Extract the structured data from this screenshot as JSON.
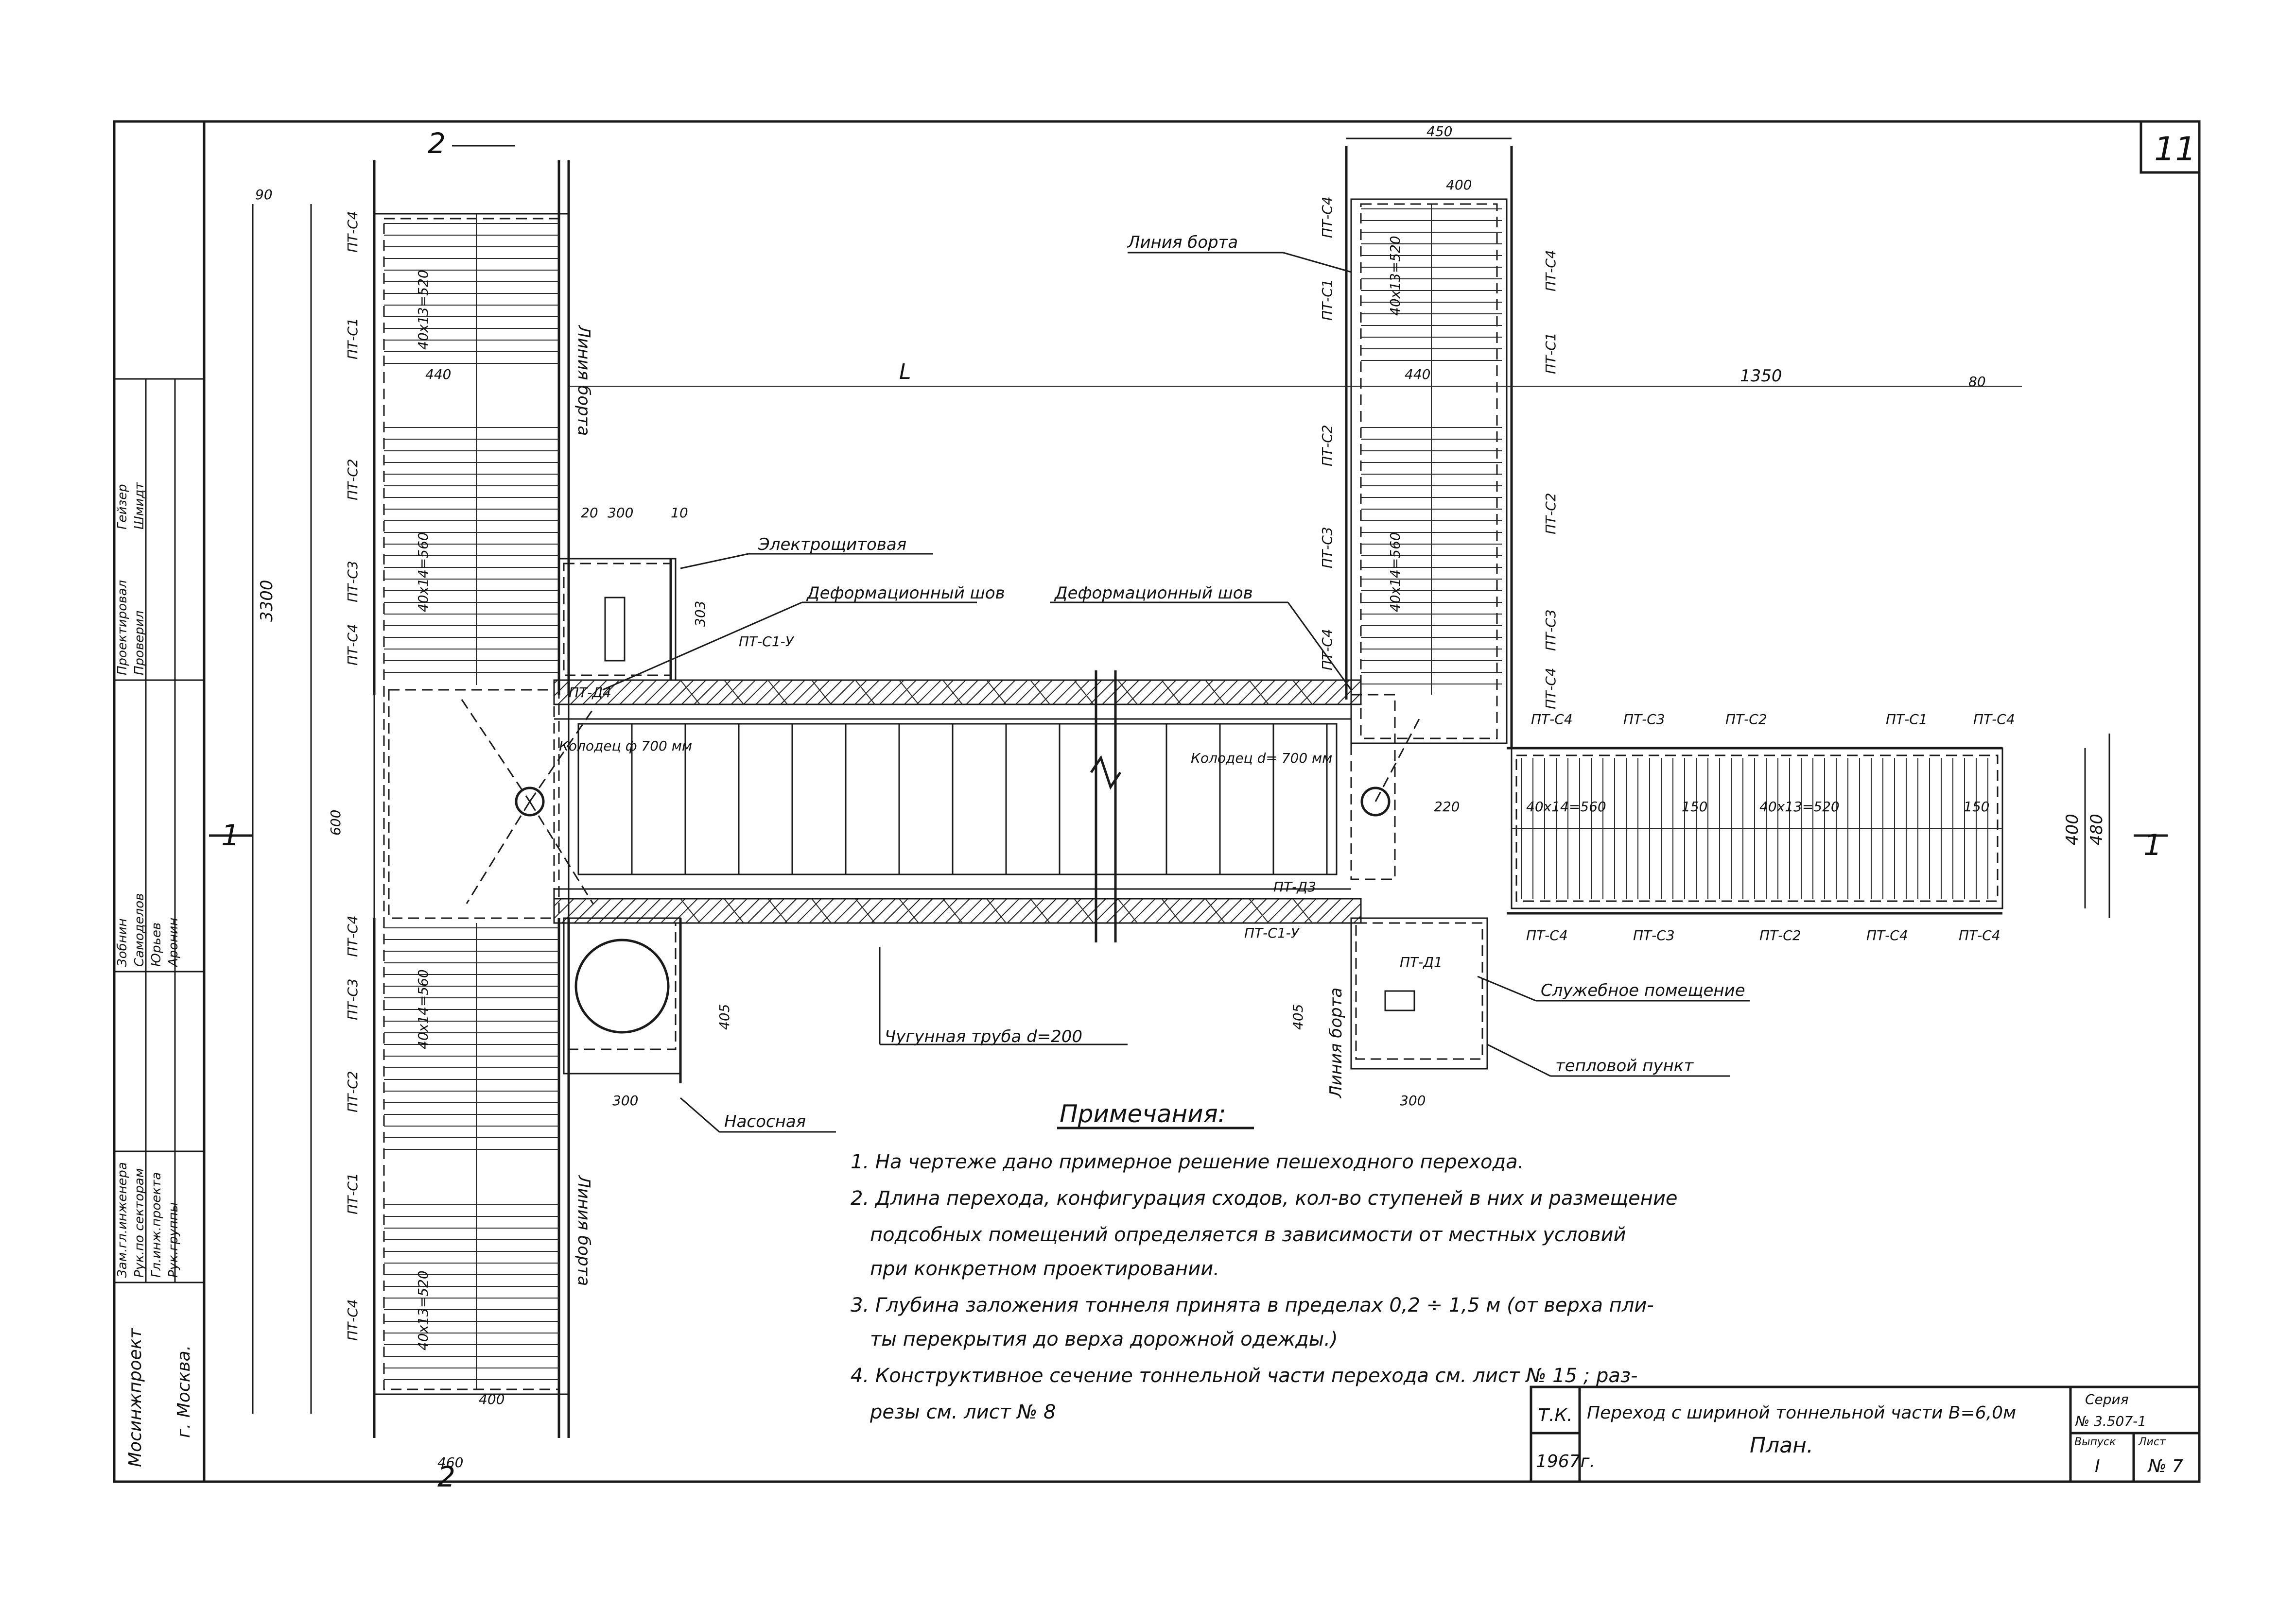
{
  "sheet": {
    "page_number": "11",
    "section_marks": {
      "top_2": "2",
      "bottom_2": "2",
      "left_1": "1",
      "right_1": "1"
    },
    "dimension_L": "L"
  },
  "labels": {
    "liniya_borta_top": "Линия борта",
    "liniya_borta_left": "Линия борта",
    "liniya_borta_bottom_left": "Линия борта",
    "liniya_borta_right": "Линия борта",
    "elektroshchitovaya": "Электрощитовая",
    "deform_shov_1": "Деформационный шов",
    "deform_shov_2": "Деформационный шов",
    "kolodets_1": "Колодец ф 700 мм",
    "kolodets_2": "Колодец d= 700 мм",
    "chugunnaya_truba": "Чугунная труба d=200",
    "nasosnaya": "Насосная",
    "sluzhebnoe": "Служебное помещение",
    "teplovoy": "тепловой пункт",
    "pt_c1_u_top": "ПТ-С1-У",
    "pt_c1_u_bottom": "ПТ-С1-У",
    "pt_d3": "ПТ-Д3",
    "pt_d4": "ПТ-Д4",
    "pt_d1": "ПТ-Д1"
  },
  "stair_labels": {
    "left_top": [
      "ПТ-С4",
      "ПТ-С1",
      "ПТ-С2",
      "ПТ-С3",
      "ПТ-С4"
    ],
    "left_bottom": [
      "ПТ-С4",
      "ПТ-С3",
      "ПТ-С2",
      "ПТ-С1",
      "ПТ-С4"
    ],
    "right_top_left": [
      "ПТ-С4",
      "ПТ-С1",
      "ПТ-С2",
      "ПТ-С3",
      "ПТ-С4"
    ],
    "right_top_right": [
      "ПТ-С4",
      "ПТ-С1",
      "ПТ-С2",
      "ПТ-С3",
      "ПТ-С4"
    ],
    "right_horizontal_top": [
      "ПТ-С4",
      "ПТ-С3",
      "ПТ-С2",
      "ПТ-С1",
      "ПТ-С4"
    ],
    "right_horizontal_bottom": [
      "ПТ-С4",
      "ПТ-С3",
      "ПТ-С2",
      "ПТ-С4",
      "ПТ-С4"
    ]
  },
  "dimensions": {
    "d3300": "3300",
    "d1350": "1350",
    "d450": "450",
    "d440a": "440",
    "d440b": "440",
    "d400a": "400",
    "d400b": "400",
    "d400c": "400",
    "d480": "480",
    "d460": "460",
    "d300a": "300",
    "d300b": "300",
    "d300c": "300",
    "d303": "303",
    "d405a": "405",
    "d405b": "405",
    "d220": "220",
    "d150a": "150",
    "d150b": "150",
    "d600": "600",
    "run_520a": "40x13=520",
    "run_560a": "40x14=560",
    "run_560b": "40x14=560",
    "run_520b": "40x13=520",
    "run_520c": "40x13=520",
    "run_560c": "40x14=560",
    "run_560h": "40x14=560",
    "run_520h": "40x13=520",
    "d80": "80",
    "d20": "20",
    "d10": "10",
    "d90": "90"
  },
  "notes": {
    "heading": "Примечания:",
    "items": [
      "1. На чертеже дано примерное решение пешеходного перехода.",
      "2. Длина перехода, конфигурация сходов, кол-во ступеней в них и размещение",
      "подсобных помещений определяется в зависимости от местных условий",
      "при конкретном проектировании.",
      "3. Глубина заложения тоннеля принята в пределах 0,2 ÷ 1,5 м (от верха пли-",
      "ты перекрытия до верха дорожной одежды.)",
      "4. Конструктивное сечение тоннельной части перехода см. лист № 15 ; раз-",
      "резы см. лист № 8"
    ]
  },
  "title_block": {
    "tk": "Т.К.",
    "year": "1967г.",
    "title": "Переход с шириной тоннельной части В=6,0м",
    "subtitle": "План.",
    "seriya_label": "Серия",
    "seriya": "№ 3.507-1",
    "vypusk_label": "Выпуск",
    "vypusk": "I",
    "list_label": "Лист",
    "list": "№ 7"
  },
  "stamp": {
    "org": "Мосинжпроект",
    "city": "г. Москва.",
    "roles": [
      "Зам.гл.инженера",
      "Рук.по секторам",
      "Гл.инж.проекта",
      "Рук.группы",
      "Проектировал",
      "Проверил"
    ],
    "names": [
      "Зобнин",
      "Самоделов",
      "Юрьев",
      "Аронин",
      "Гейзер",
      "Шмидт"
    ]
  }
}
